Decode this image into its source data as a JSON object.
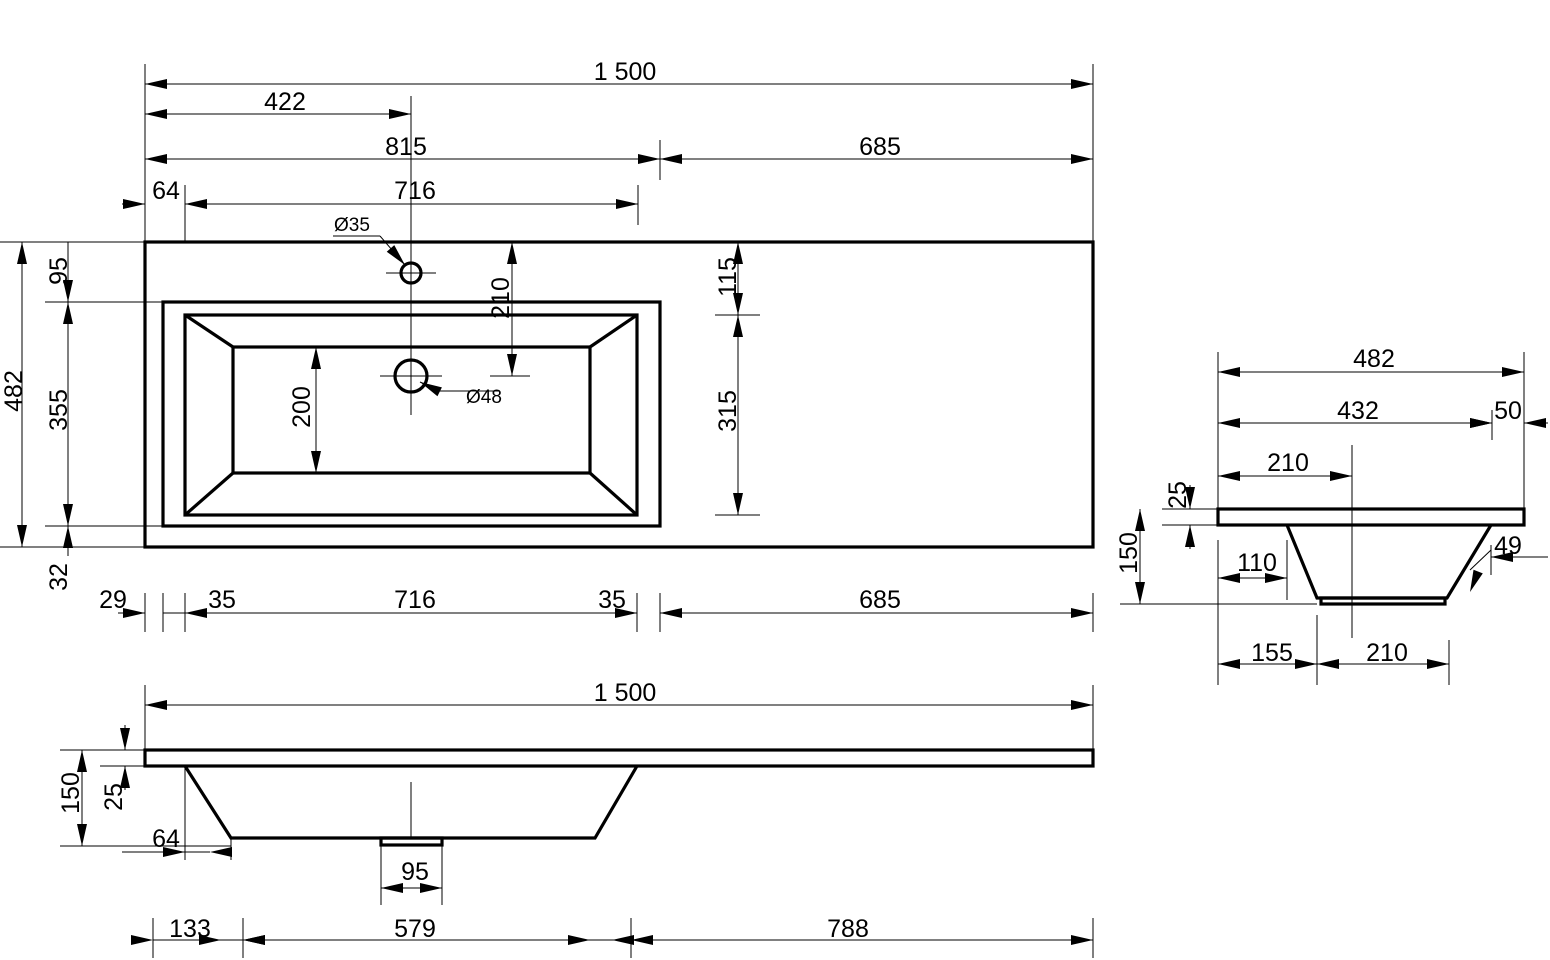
{
  "top_view": {
    "dims": {
      "overall_length": "1 500",
      "tap_offset": "422",
      "basin_zone": "815",
      "shelf_zone": "685",
      "edge_left": "64",
      "bowl_top_width": "716",
      "tap_hole_dia": "Ø35",
      "drain_hole_dia": "Ø48",
      "tap_to_drain": "210",
      "bowl_inner_depth": "200",
      "back_margin": "115",
      "bowl_depth": "315",
      "overall_depth": "482",
      "back_edge": "95",
      "bowl_outer_depth": "355",
      "front_edge": "32",
      "bottom_left_edge": "29",
      "bottom_left_rim": "35",
      "bottom_bowl_width": "716",
      "bottom_right_rim": "35",
      "bottom_shelf": "685"
    }
  },
  "front_view": {
    "dims": {
      "overall_length": "1 500",
      "total_height": "150",
      "slab_thickness": "25",
      "edge_left": "64",
      "drain_width": "95",
      "bottom_left": "133",
      "bottom_bowl": "579",
      "bottom_shelf": "788"
    }
  },
  "side_view": {
    "dims": {
      "overall_depth": "482",
      "inner_depth": "432",
      "front_edge": "50",
      "drain_offset": "210",
      "slab_thickness": "25",
      "total_height": "150",
      "bowl_back_offset": "110",
      "front_slope": "49",
      "bowl_bottom_left": "155",
      "bowl_bottom_width": "210"
    }
  }
}
